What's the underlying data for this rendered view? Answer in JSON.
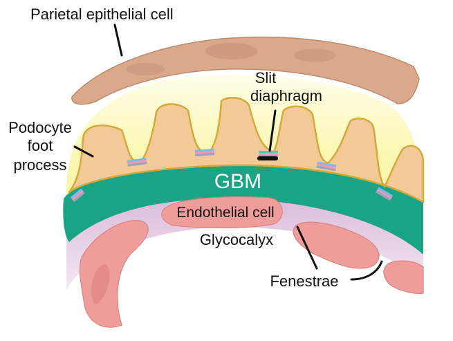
{
  "labels": {
    "parietal": "Parietal epithelial cell",
    "slit_line1": "Slit",
    "slit_line2": "diaphragm",
    "podocyte_line1": "Podocyte",
    "podocyte_line2": "foot",
    "podocyte_line3": "process",
    "gbm": "GBM",
    "endothelial": "Endothelial cell",
    "glycocalyx": "Glycocalyx",
    "fenestrae": "Fenestrae"
  },
  "colors": {
    "bowman_space": "#fbf7b4",
    "parietal_cell": "#dba98a",
    "podocyte": "#f4c998",
    "podocyte_outline": "#c9a23a",
    "gbm": "#1aa486",
    "glycocalyx": "#d9b6d6",
    "endothelial": "#ee9d9a",
    "lumen": "#ffffff"
  }
}
